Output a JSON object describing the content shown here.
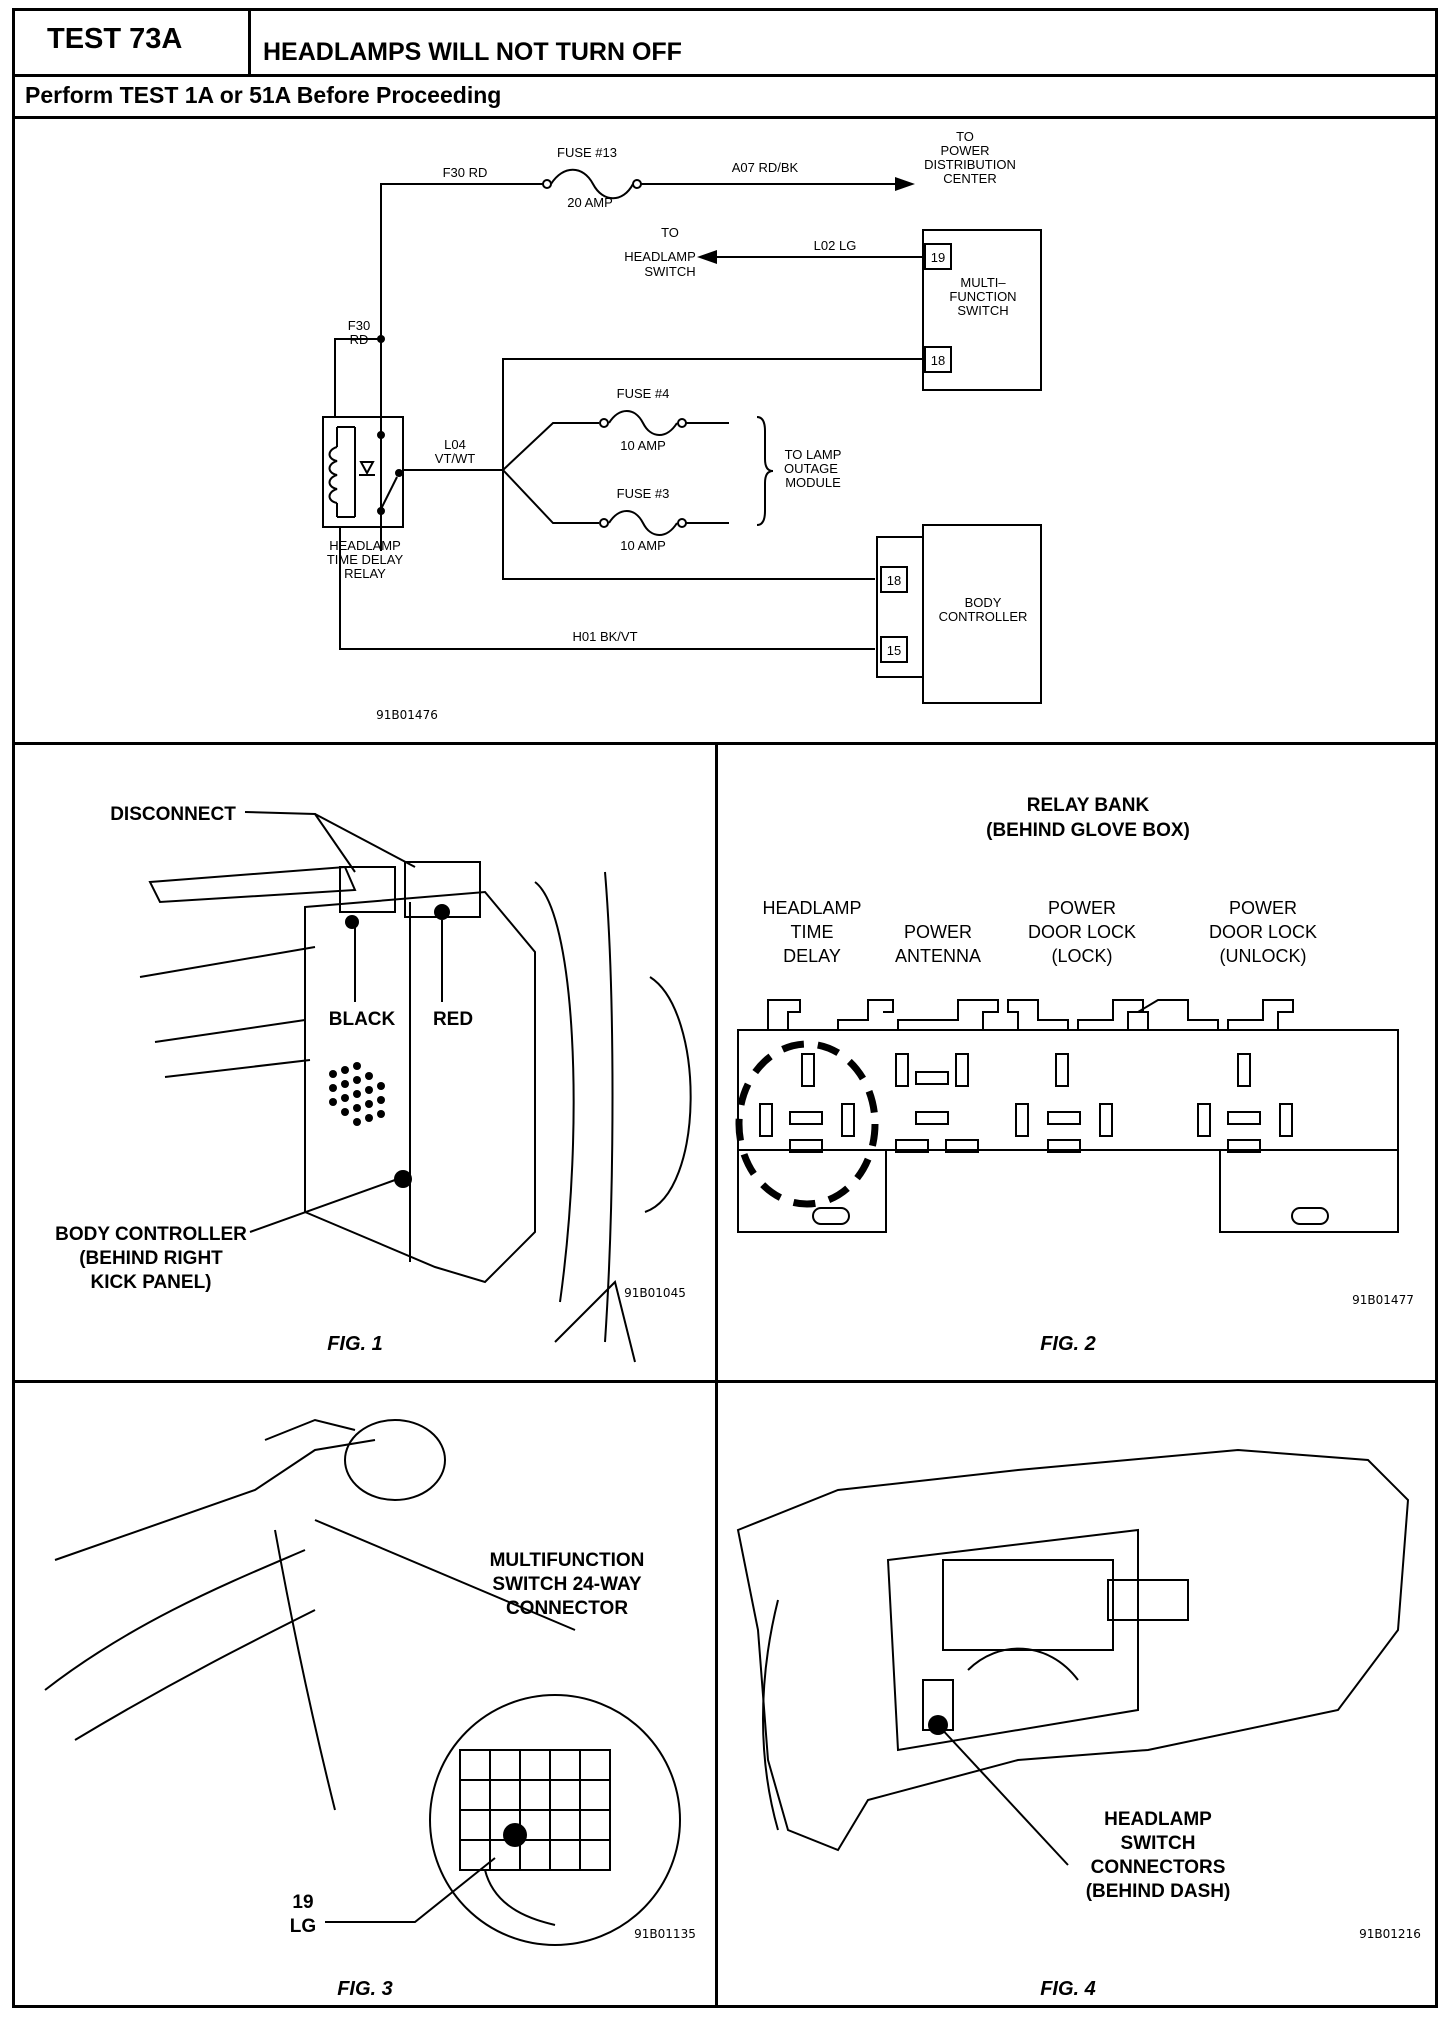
{
  "header": {
    "test_id": "TEST 73A",
    "title": "HEADLAMPS WILL NOT TURN OFF",
    "subtitle": "Perform TEST 1A or 51A Before Proceeding"
  },
  "schematic": {
    "f30_top": "F30 RD",
    "fuse13_name": "FUSE #13",
    "fuse13_rating": "20 AMP",
    "a07": "A07 RD/BK",
    "pdc": [
      "TO",
      "POWER",
      "DISTRIBUTION",
      "CENTER"
    ],
    "headlamp_switch": [
      "TO",
      "HEADLAMP",
      "SWITCH"
    ],
    "l02": "L02 LG",
    "mfs": [
      "MULTI–",
      "FUNCTION",
      "SWITCH"
    ],
    "pin19": "19",
    "pin18_mfs": "18",
    "f30_side": [
      "F30",
      "RD"
    ],
    "l04": [
      "L04",
      "VT/WT"
    ],
    "fuse4_name": "FUSE #4",
    "fuse4_rating": "10 AMP",
    "fuse3_name": "FUSE #3",
    "fuse3_rating": "10 AMP",
    "lamp_outage": [
      "TO LAMP",
      "OUTAGE",
      "MODULE"
    ],
    "relay": [
      "HEADLAMP",
      "TIME DELAY",
      "RELAY"
    ],
    "body_controller": [
      "BODY",
      "CONTROLLER"
    ],
    "pin18_bc": "18",
    "pin15": "15",
    "h01": "H01 BK/VT",
    "code": "91B01476"
  },
  "fig1": {
    "disconnect": "DISCONNECT",
    "black": "BLACK",
    "red": "RED",
    "body_controller": [
      "BODY CONTROLLER",
      "(BEHIND RIGHT",
      "KICK PANEL)"
    ],
    "code": "91B01045",
    "caption": "FIG. 1"
  },
  "fig2": {
    "title": [
      "RELAY BANK",
      "(BEHIND GLOVE BOX)"
    ],
    "headlamp": [
      "HEADLAMP",
      "TIME",
      "DELAY"
    ],
    "antenna": [
      "POWER",
      "ANTENNA"
    ],
    "lock": [
      "POWER",
      "DOOR LOCK",
      "(LOCK)"
    ],
    "unlock": [
      "POWER",
      "DOOR LOCK",
      "(UNLOCK)"
    ],
    "code": "91B01477",
    "caption": "FIG. 2"
  },
  "fig3": {
    "connector": [
      "MULTIFUNCTION",
      "SWITCH 24-WAY",
      "CONNECTOR"
    ],
    "wire": [
      "19",
      "LG"
    ],
    "code": "91B01135",
    "caption": "FIG. 3"
  },
  "fig4": {
    "connectors": [
      "HEADLAMP",
      "SWITCH",
      "CONNECTORS",
      "(BEHIND DASH)"
    ],
    "code": "91B01216",
    "caption": "FIG. 4"
  }
}
